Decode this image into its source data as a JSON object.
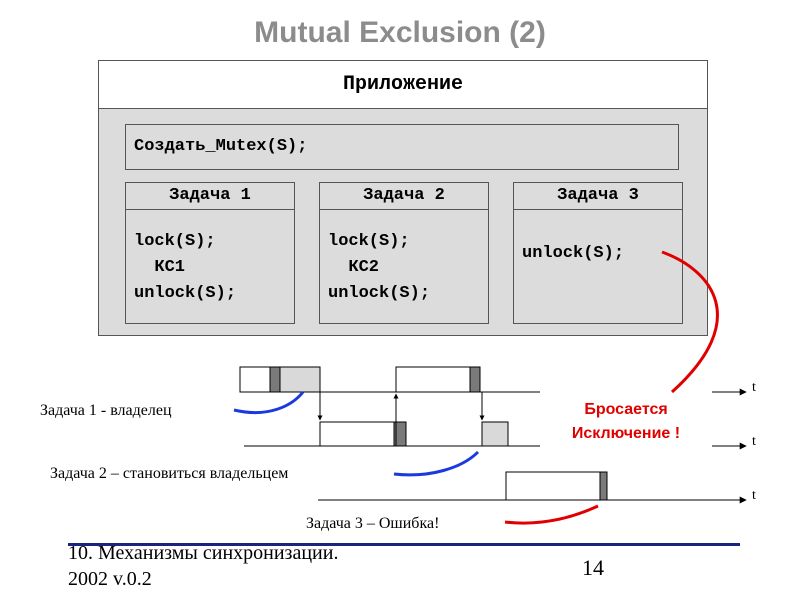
{
  "slide": {
    "title": "Mutual Exclusion (2)",
    "app_title": "Приложение",
    "create_mutex": "Создать_Mutex(S);",
    "tasks": [
      {
        "name": "Задача 1",
        "lines": [
          "lock(S);",
          "  КС1",
          "unlock(S);"
        ]
      },
      {
        "name": "Задача 2",
        "lines": [
          "lock(S);",
          "  КС2",
          "unlock(S);"
        ]
      },
      {
        "name": "Задача 3",
        "lines": [
          "unlock(S);"
        ]
      }
    ],
    "timeline_labels": {
      "t1": "Задача 1 - владелец",
      "t2": "Задача 2 – становиться владельцем",
      "t3": "Задача 3 – Ошибка!"
    },
    "exception": [
      "Бросается",
      "Исключение !"
    ],
    "axis_label": "t",
    "footer_lines": [
      "10. Механизмы синхронизации.",
      "2002 v.0.2"
    ],
    "page_number": "14"
  },
  "colors": {
    "accent_red": "#e00000",
    "accent_blue": "#1a3ae0",
    "footer_line": "#1a237e",
    "title_gray": "#8c8c8c"
  }
}
